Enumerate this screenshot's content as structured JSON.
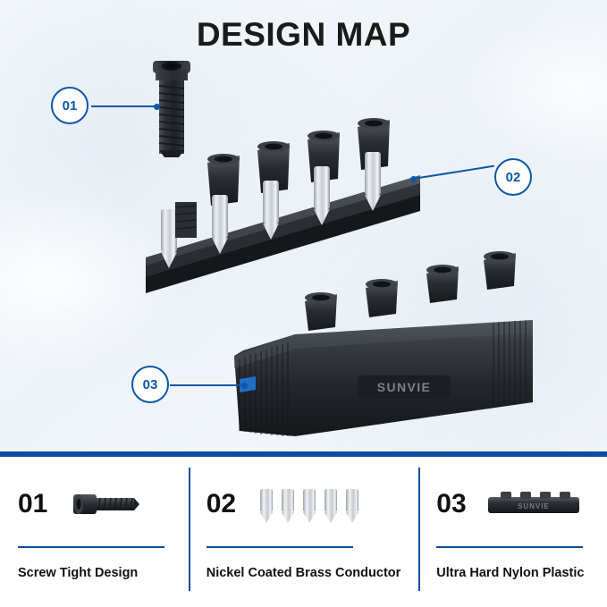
{
  "header": {
    "title": "DESIGN MAP"
  },
  "callouts": [
    {
      "id": "01",
      "label": "01",
      "target": "set-screw"
    },
    {
      "id": "02",
      "label": "02",
      "target": "nickel-coated-brass-conductor"
    },
    {
      "id": "03",
      "label": "03",
      "target": "nylon-plastic-housing"
    }
  ],
  "brand": {
    "name": "SUNVIE",
    "product_label": "SUNVIE"
  },
  "features": [
    {
      "number": "01",
      "caption": "Screw Tight Design",
      "icon": "set-screw-icon"
    },
    {
      "number": "02",
      "caption": "Nickel Coated Brass Conductor",
      "icon": "brass-pins-icon"
    },
    {
      "number": "03",
      "caption": "Ultra Hard Nylon Plastic",
      "icon": "nylon-block-icon"
    }
  ],
  "colors": {
    "accent_blue": "#0b4f9e",
    "callout_blue": "#0d57a6",
    "body_text": "#111111",
    "part_dark": "#2b2f33",
    "metal_light": "#d9dde1"
  }
}
